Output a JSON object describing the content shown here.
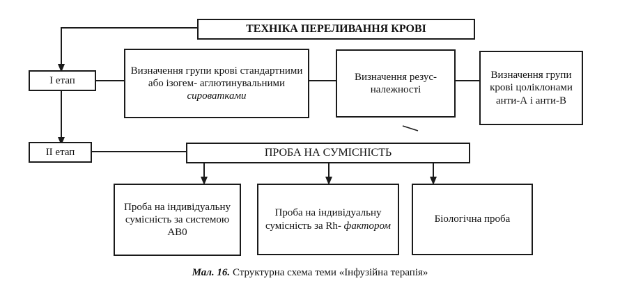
{
  "title": "ТЕХНІКА ПЕРЕЛИВАННЯ КРОВІ",
  "stage1": "І етап",
  "stage2": "ІІ етап",
  "stage1_boxes": [
    {
      "lines": [
        "Визначення групи крові",
        "стандартними або ізогем-",
        "аглютинувальними",
        "сироватками"
      ]
    },
    {
      "lines": [
        "Визначення резус-",
        "належності"
      ]
    },
    {
      "lines": [
        "Визначення",
        "групи крові",
        "цоліклонами",
        "анти-А і анти-В"
      ]
    }
  ],
  "compatibility": "ПРОБА НА СУМІСНІСТЬ",
  "stage2_boxes": [
    {
      "lines": [
        "Проба",
        "на індивідуальну",
        "сумісність",
        "за системою АВ0"
      ]
    },
    {
      "lines": [
        "Проба на",
        "індивідуальну",
        "сумісність за Rh-",
        "фактором"
      ]
    },
    {
      "lines": [
        "Біологічна проба"
      ]
    }
  ],
  "caption": {
    "label": "Мал. 16.",
    "text": " Структурна схема теми «Інфузійна терапія»"
  }
}
